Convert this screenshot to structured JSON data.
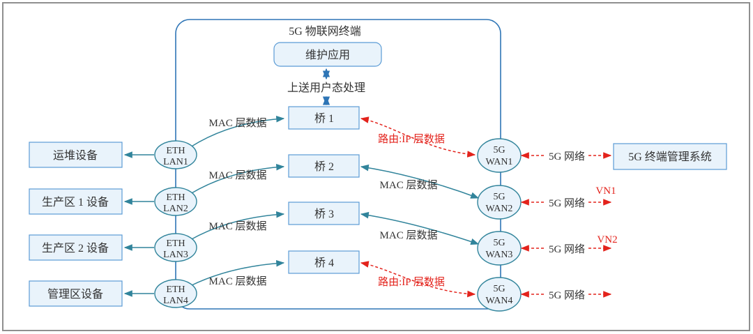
{
  "colors": {
    "blue": "#2e75b6",
    "teal": "#31849b",
    "red": "#e3231c",
    "node-fill": "#e9f3fb",
    "box-stroke": "#5b9bd5",
    "frame": "#8f8f8f",
    "text": "#333333"
  },
  "terminal": {
    "title": "5G 物联网终端",
    "maintenance_app": "维护应用",
    "upload_label": "上送用户态处理",
    "bridges": [
      {
        "label": "桥 1"
      },
      {
        "label": "桥 2"
      },
      {
        "label": "桥 3"
      },
      {
        "label": "桥 4"
      }
    ],
    "lan_ports": [
      {
        "line1": "ETH",
        "line2": "LAN1"
      },
      {
        "line1": "ETH",
        "line2": "LAN2"
      },
      {
        "line1": "ETH",
        "line2": "LAN3"
      },
      {
        "line1": "ETH",
        "line2": "LAN4"
      }
    ],
    "wan_ports": [
      {
        "line1": "5G",
        "line2": "WAN1"
      },
      {
        "line1": "5G",
        "line2": "WAN2"
      },
      {
        "line1": "5G",
        "line2": "WAN3"
      },
      {
        "line1": "5G",
        "line2": "WAN4"
      }
    ]
  },
  "left_devices": [
    {
      "label": "运堆设备"
    },
    {
      "label": "生产区 1 设备"
    },
    {
      "label": "生产区 2 设备"
    },
    {
      "label": "管理区设备"
    }
  ],
  "right": {
    "mgmt_system": "5G 终端管理系统",
    "vn1": "VN1",
    "vn2": "VN2"
  },
  "edge_labels": {
    "mac": "MAC 层数据",
    "route_ip": "路由:IP 层数据",
    "network": "5G 网络"
  }
}
